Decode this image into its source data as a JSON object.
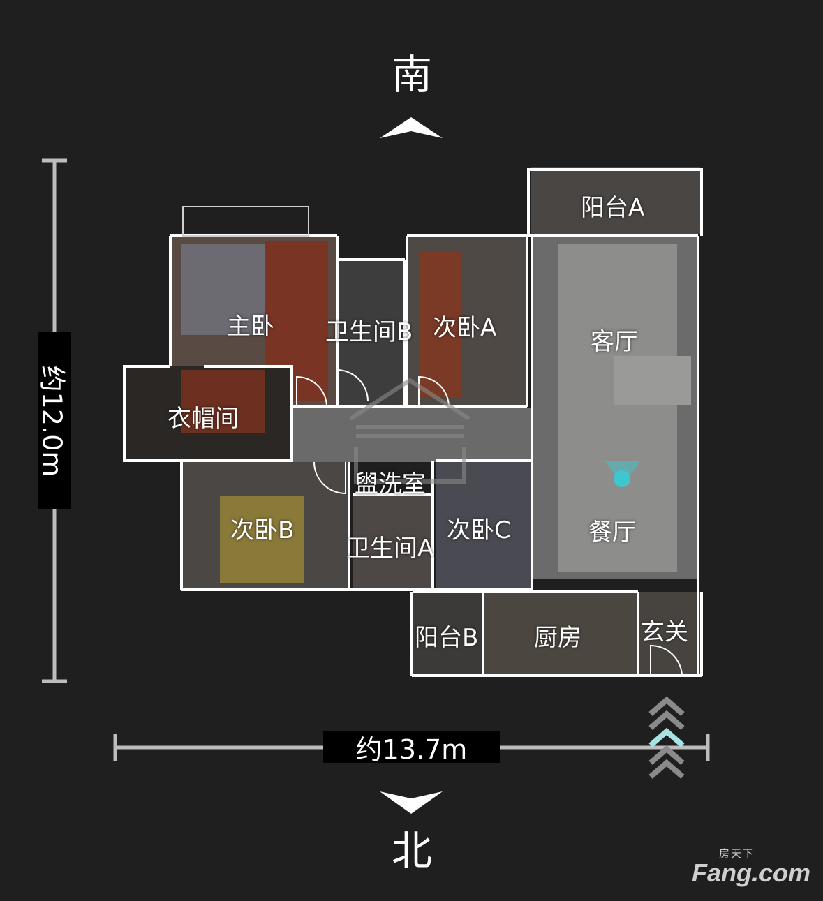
{
  "compass": {
    "top_label": "南",
    "bottom_label": "北"
  },
  "dimensions": {
    "height_label": "约12.0m",
    "width_label": "约13.7m"
  },
  "rooms": {
    "balcony_a": "阳台A",
    "master_bedroom": "主卧",
    "bathroom_b": "卫生间B",
    "bedroom_a": "次卧A",
    "living_room": "客厅",
    "cloakroom": "衣帽间",
    "washroom": "盥洗室",
    "bedroom_b": "次卧B",
    "bathroom_a": "卫生间A",
    "bedroom_c": "次卧C",
    "dining_room": "餐厅",
    "balcony_b": "阳台B",
    "kitchen": "厨房",
    "entrance": "玄关"
  },
  "brand": {
    "top": "房天下",
    "main": "Fang.com"
  },
  "colors": {
    "background": "#1f1f1f",
    "wall": "#ffffff",
    "accent": "#3ec7cf",
    "dimension_line": "#bdbdbd"
  }
}
